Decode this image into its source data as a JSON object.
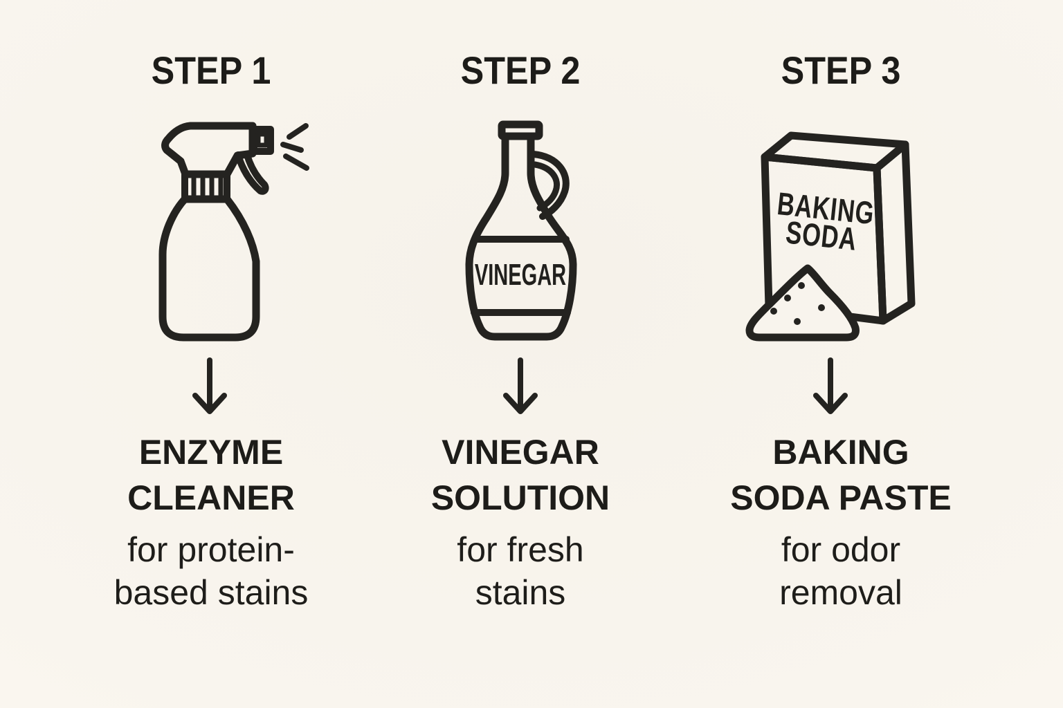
{
  "canvas": {
    "background_hex": "#f8f4ed",
    "ink_hex": "#21201d"
  },
  "steps": [
    {
      "step_label": "STEP 1",
      "icon": "spray-bottle-icon",
      "title_line1": "ENZYME",
      "title_line2": "CLEANER",
      "subtitle_line1": "for protein-",
      "subtitle_line2": "based stains"
    },
    {
      "step_label": "STEP 2",
      "icon": "vinegar-bottle-icon",
      "bottle_label": "VINEGAR",
      "title_line1": "VINEGAR",
      "title_line2": "SOLUTION",
      "subtitle_line1": "for fresh",
      "subtitle_line2": "stains"
    },
    {
      "step_label": "STEP 3",
      "icon": "baking-soda-box-icon",
      "box_label_line1": "BAKING",
      "box_label_line2": "SODA",
      "title_line1": "BAKING",
      "title_line2": "SODA PASTE",
      "subtitle_line1": "for odor",
      "subtitle_line2": "removal"
    }
  ]
}
